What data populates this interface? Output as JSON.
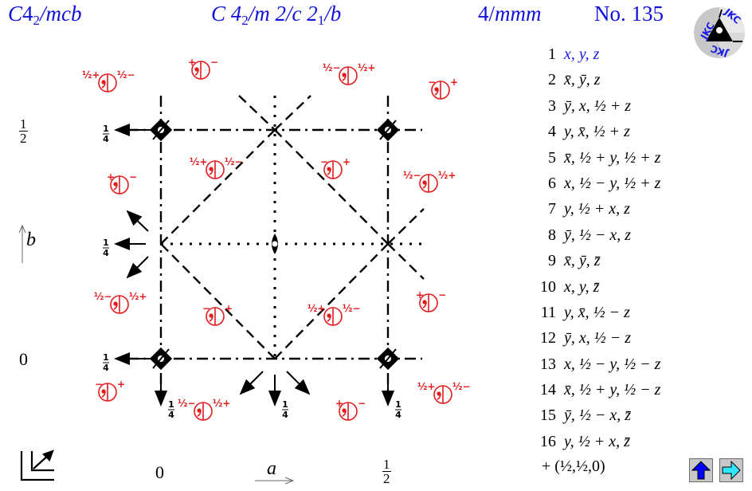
{
  "header": {
    "short_symbol": {
      "letter": "C",
      "num": "4",
      "sub": "2",
      "rest": "/mcb"
    },
    "full_symbol": {
      "p1": "C 4",
      "sub1": "2",
      "p2": "/m 2/c 2",
      "sub2": "1",
      "p3": "/b"
    },
    "point_group": {
      "num": "4/",
      "rest": "mmm"
    },
    "number": "No. 135",
    "logo_text": "JKC",
    "title_color": "#1010d8"
  },
  "axes": {
    "b_label": "b",
    "a_label": "a",
    "y_half": "½",
    "y_zero": "0",
    "x_zero": "0",
    "x_half": "½",
    "half_num": "1",
    "half_den": "2"
  },
  "diagram": {
    "fraction_quarter": "¼",
    "symbol_color": "#e31a1c",
    "line_color": "#000000",
    "origin_icon": "axes-origin-icon"
  },
  "coordinates": [
    {
      "n": "1",
      "expr": "x, y, z"
    },
    {
      "n": "2",
      "expr": "x̄, ȳ, z"
    },
    {
      "n": "3",
      "expr": "ȳ, x, ½ + z"
    },
    {
      "n": "4",
      "expr": "y, x̄, ½ + z"
    },
    {
      "n": "5",
      "expr": "x̄, ½ + y, ½ + z"
    },
    {
      "n": "6",
      "expr": "x, ½ − y, ½ + z"
    },
    {
      "n": "7",
      "expr": "y, ½ + x, z"
    },
    {
      "n": "8",
      "expr": "ȳ, ½ − x, z"
    },
    {
      "n": "9",
      "expr": "x̄, ȳ, z̄"
    },
    {
      "n": "10",
      "expr": "x, y, z̄"
    },
    {
      "n": "11",
      "expr": "y, x̄, ½ − z"
    },
    {
      "n": "12",
      "expr": "ȳ, x, ½ − z"
    },
    {
      "n": "13",
      "expr": "x, ½ − y, ½ − z"
    },
    {
      "n": "14",
      "expr": "x̄, ½ + y, ½ − z"
    },
    {
      "n": "15",
      "expr": "ȳ, ½ − x, z̄"
    },
    {
      "n": "16",
      "expr": "y, ½ + x, z̄"
    }
  ],
  "centering": "+ (½,½,0)",
  "nav": {
    "up_icon": "up-arrow-icon",
    "next_icon": "right-arrow-icon",
    "up_color": "#0000ff",
    "next_color": "#33e6ff"
  }
}
